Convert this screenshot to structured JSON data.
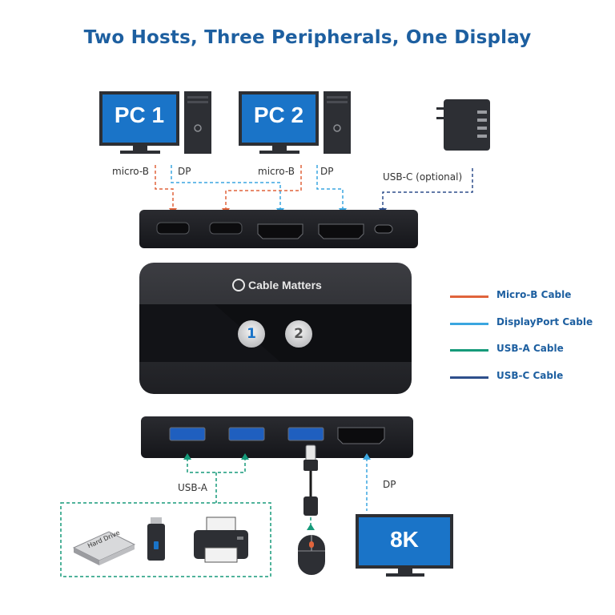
{
  "title": "Two Hosts, Three Peripherals, One Display",
  "hosts": [
    {
      "label": "PC 1"
    },
    {
      "label": "PC 2"
    }
  ],
  "cable_labels": {
    "pc1_micro": "micro-B",
    "pc1_dp": "DP",
    "pc2_micro": "micro-B",
    "pc2_dp": "DP",
    "usbc": "USB-C (optional)",
    "usba": "USB-A",
    "display_dp": "DP"
  },
  "brand": "Cable Matters",
  "buttons": [
    "1",
    "2"
  ],
  "legend": [
    {
      "label": "Micro-B Cable",
      "color": "#e0643c"
    },
    {
      "label": "DisplayPort Cable",
      "color": "#3aa6e0"
    },
    {
      "label": "USB-A Cable",
      "color": "#169a7a"
    },
    {
      "label": "USB-C Cable",
      "color": "#2e4f8c"
    }
  ],
  "drive_label": "Hard Drive",
  "display_label": "8K",
  "colors": {
    "title": "#1d5fa0",
    "micro_b": "#e0643c",
    "displayport": "#3aa6e0",
    "usb_a": "#169a7a",
    "usb_c": "#2e4f8c",
    "monitor_screen": "#1a74c8"
  }
}
